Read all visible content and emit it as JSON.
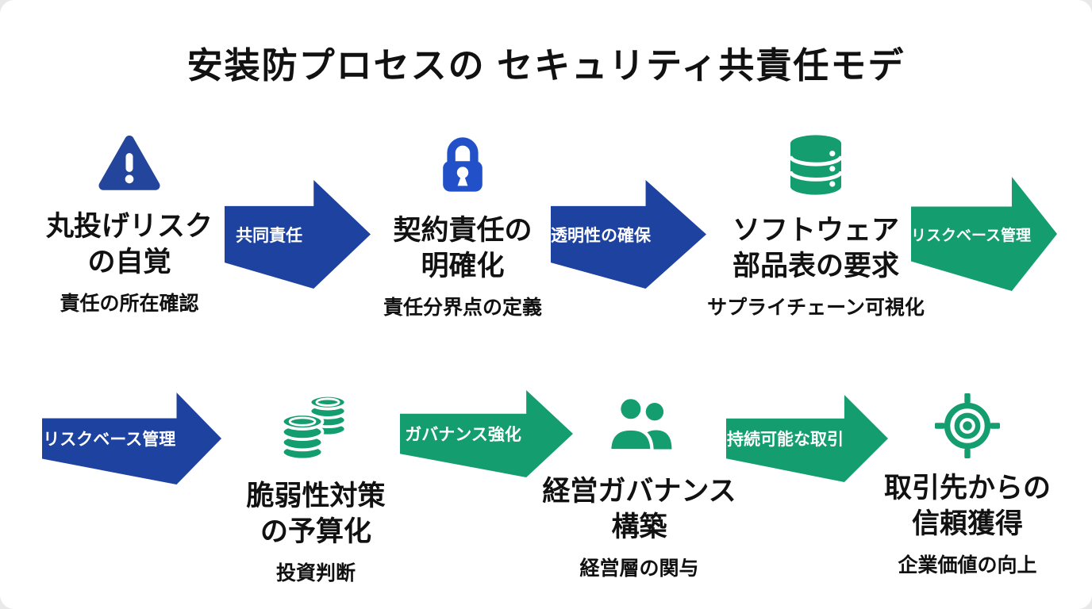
{
  "title": "安装防プロセスの セキュリティ共責任モデ",
  "colors": {
    "blue": "#1e429f",
    "triangle_blue": "#24459c",
    "lock_blue": "#2150c8",
    "green": "#149d6e",
    "text": "#111111",
    "white": "#ffffff"
  },
  "steps": [
    {
      "icon": "warning-icon",
      "title_line1": "丸投げリスク",
      "title_line2": "の自覚",
      "subtitle": "責任の所在確認"
    },
    {
      "icon": "lock-icon",
      "title_line1": "契約責任の",
      "title_line2": "明確化",
      "subtitle": "責任分界点の定義"
    },
    {
      "icon": "database-icon",
      "title_line1": "ソフトウェア",
      "title_line2": "部品表の要求",
      "subtitle": "サプライチェーン可視化"
    },
    {
      "icon": "coins-icon",
      "title_line1": "脆弱性対策",
      "title_line2": "の予算化",
      "subtitle": "投資判断"
    },
    {
      "icon": "people-icon",
      "title_line1": "経営ガバナンス",
      "title_line2": "構築",
      "subtitle": "経営層の関与"
    },
    {
      "icon": "target-icon",
      "title_line1": "取引先からの",
      "title_line2": "信頼獲得",
      "subtitle": "企業価値の向上"
    }
  ],
  "arrows": [
    {
      "label": "共同責任",
      "color": "blue"
    },
    {
      "label": "透明性の確保",
      "color": "blue"
    },
    {
      "label": "リスクベース管理",
      "color": "green"
    },
    {
      "label": "リスクベース管理",
      "color": "blue"
    },
    {
      "label": "ガバナンス強化",
      "color": "green"
    },
    {
      "label": "持続可能な取引",
      "color": "green"
    }
  ]
}
